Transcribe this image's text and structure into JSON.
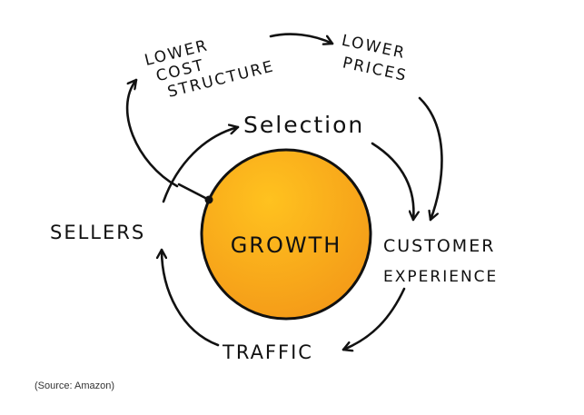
{
  "diagram": {
    "center": "GROWTH",
    "nodes": {
      "lower_cost": [
        "LOWER",
        "COST",
        "STRUCTURE"
      ],
      "lower_prices": [
        "LOWER",
        "PRICES"
      ],
      "selection": "Selection",
      "sellers": "SELLERS",
      "customer_experience": [
        "CUSTOMER",
        "EXPERIENCE"
      ],
      "traffic": "TRAFFIC"
    },
    "colors": {
      "circle": "#f7a21b",
      "circle_light": "#ffc21f",
      "ink": "#111111"
    }
  },
  "caption": "(Source: Amazon)"
}
